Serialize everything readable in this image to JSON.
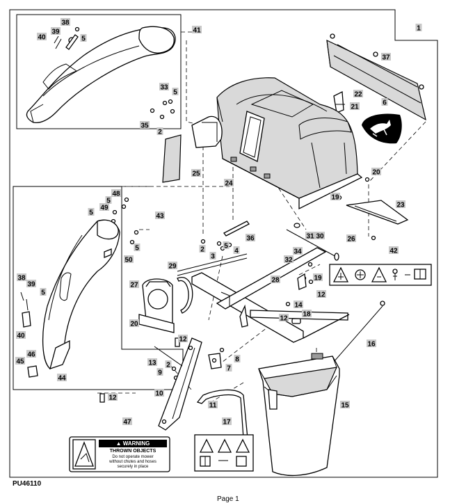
{
  "figure_id": "PU46110",
  "footer_text": "Page 1",
  "callouts": [
    "1",
    "2",
    "3",
    "4",
    "5",
    "6",
    "7",
    "8",
    "9",
    "10",
    "11",
    "12",
    "13",
    "14",
    "15",
    "16",
    "17",
    "18",
    "19",
    "20",
    "21",
    "22",
    "23",
    "24",
    "25",
    "26",
    "27",
    "28",
    "29",
    "30",
    "31",
    "32",
    "33",
    "34",
    "35",
    "36",
    "37",
    "38",
    "39",
    "40",
    "41",
    "42",
    "43",
    "44",
    "45",
    "46",
    "47",
    "48",
    "49",
    "50"
  ],
  "warning_decal": {
    "header": "WARNING",
    "title": "THROWN OBJECTS",
    "line1": "Do not operate mower",
    "line2": "without chutes and hoses",
    "line3": "securely in place"
  },
  "colors": {
    "label_bg": "#c8c8c8",
    "line": "#000000",
    "part_fill": "#d9d9d9"
  }
}
